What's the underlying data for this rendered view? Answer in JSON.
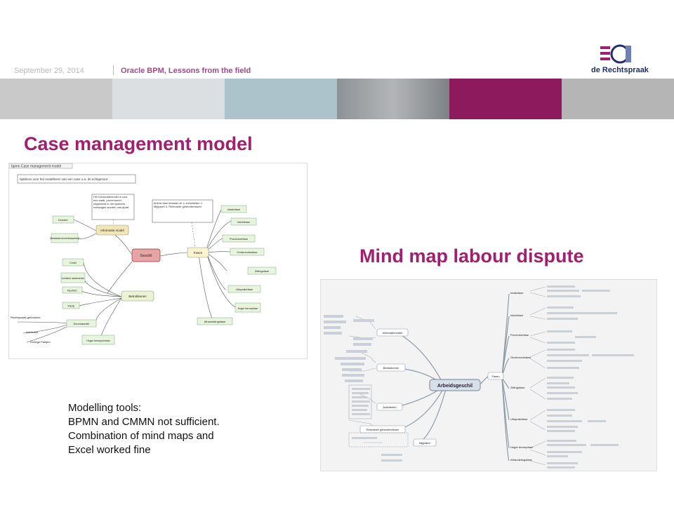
{
  "header": {
    "date": "September 29, 2014",
    "title": "Oracle BPM, Lessons from the field",
    "logo_text": "de Rechtspraak"
  },
  "colors": {
    "accent": "#a01f6e",
    "banner": [
      "#c7c7c7",
      "#d9dde0",
      "#aac0c8",
      "#9aa0a5",
      "#8c1a5c",
      "#b3b3b3"
    ]
  },
  "case_model": {
    "heading": "Case management model",
    "frame_label": "bpmn Case management model",
    "note_top": "Sjabloon voor het modelleren van een case o.a. de echtgenoot",
    "note_mid": "Het informatiemodel is voor een zaak. procedureel, uitgewerkt in het systeem. messages worden van apart.",
    "note_right": "Iedere fase bestaat uit: 1. Activiteiten 2. Mijlpalen 3. Relevante gebeurtenissen",
    "center": "Geschil",
    "hub_info": "Informatie model",
    "hub_betrokkenen": "Betrokkenen",
    "hub_fasen": "Fasen",
    "nodes_left_top": [
      "Dossier",
      "Metadata bewerkbaarheid"
    ],
    "nodes_left": [
      "Civiel",
      "Juridisch medewerker",
      "Rechter",
      "Partij",
      "Deurwaarder",
      "Hoger beroepsinstan"
    ],
    "nodes_left_extra": [
      "Rechtspraak-gebruikers",
      "Advocaat",
      "Overige Partijen"
    ],
    "nodes_right": [
      "Intakefase",
      "Inlichtfase",
      "Procedurefase",
      "Onderzoeksfase",
      "Zittingsfase",
      "Uitsprakefase",
      "Hoger beroepfase",
      "Afhandelingsfase"
    ]
  },
  "mind_map": {
    "heading": "Mind map labour dispute",
    "center": "Arbeidsgeschil",
    "left_branches": [
      "Informatiemodel",
      "Betrokkenen",
      "Activiteiten",
      "Relevante gebeurtenissen",
      "Mijlpalen"
    ],
    "right_hub": "Fasen",
    "right_branches": [
      "Intakefase",
      "Inlichtfase",
      "Procedurefase",
      "Onderzoeksfase",
      "Zittingsfase",
      "Uitsprakefase",
      "Hoger beroepfase",
      "Afhandelingsfase"
    ]
  },
  "notes": [
    "Modelling tools:",
    "BPMN and CMMN not sufficient.",
    "Combination of mind maps and",
    "Excel worked fine"
  ]
}
